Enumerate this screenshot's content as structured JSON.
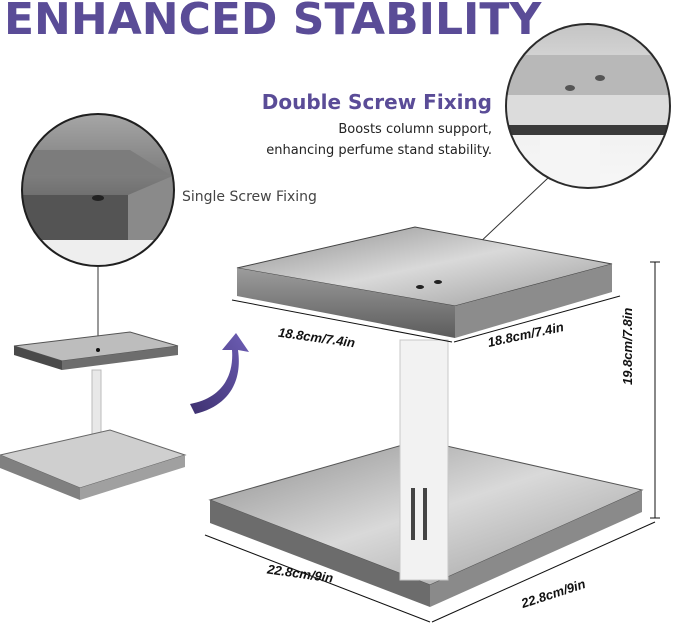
{
  "title": "ENHANCED STABILITY",
  "double_screw": {
    "title": "Double Screw Fixing",
    "line1": "Boosts column support,",
    "line2": "enhancing perfume stand stability."
  },
  "single_screw": {
    "label": "Single Screw Fixing"
  },
  "dimensions": {
    "top_left": "18.8cm/7.4in",
    "top_right": "18.8cm/7.4in",
    "height": "19.8cm/7.8in",
    "bottom_left": "22.8cm/9in",
    "bottom_right": "22.8cm/9in"
  },
  "colors": {
    "accent": "#5a4c97"
  }
}
